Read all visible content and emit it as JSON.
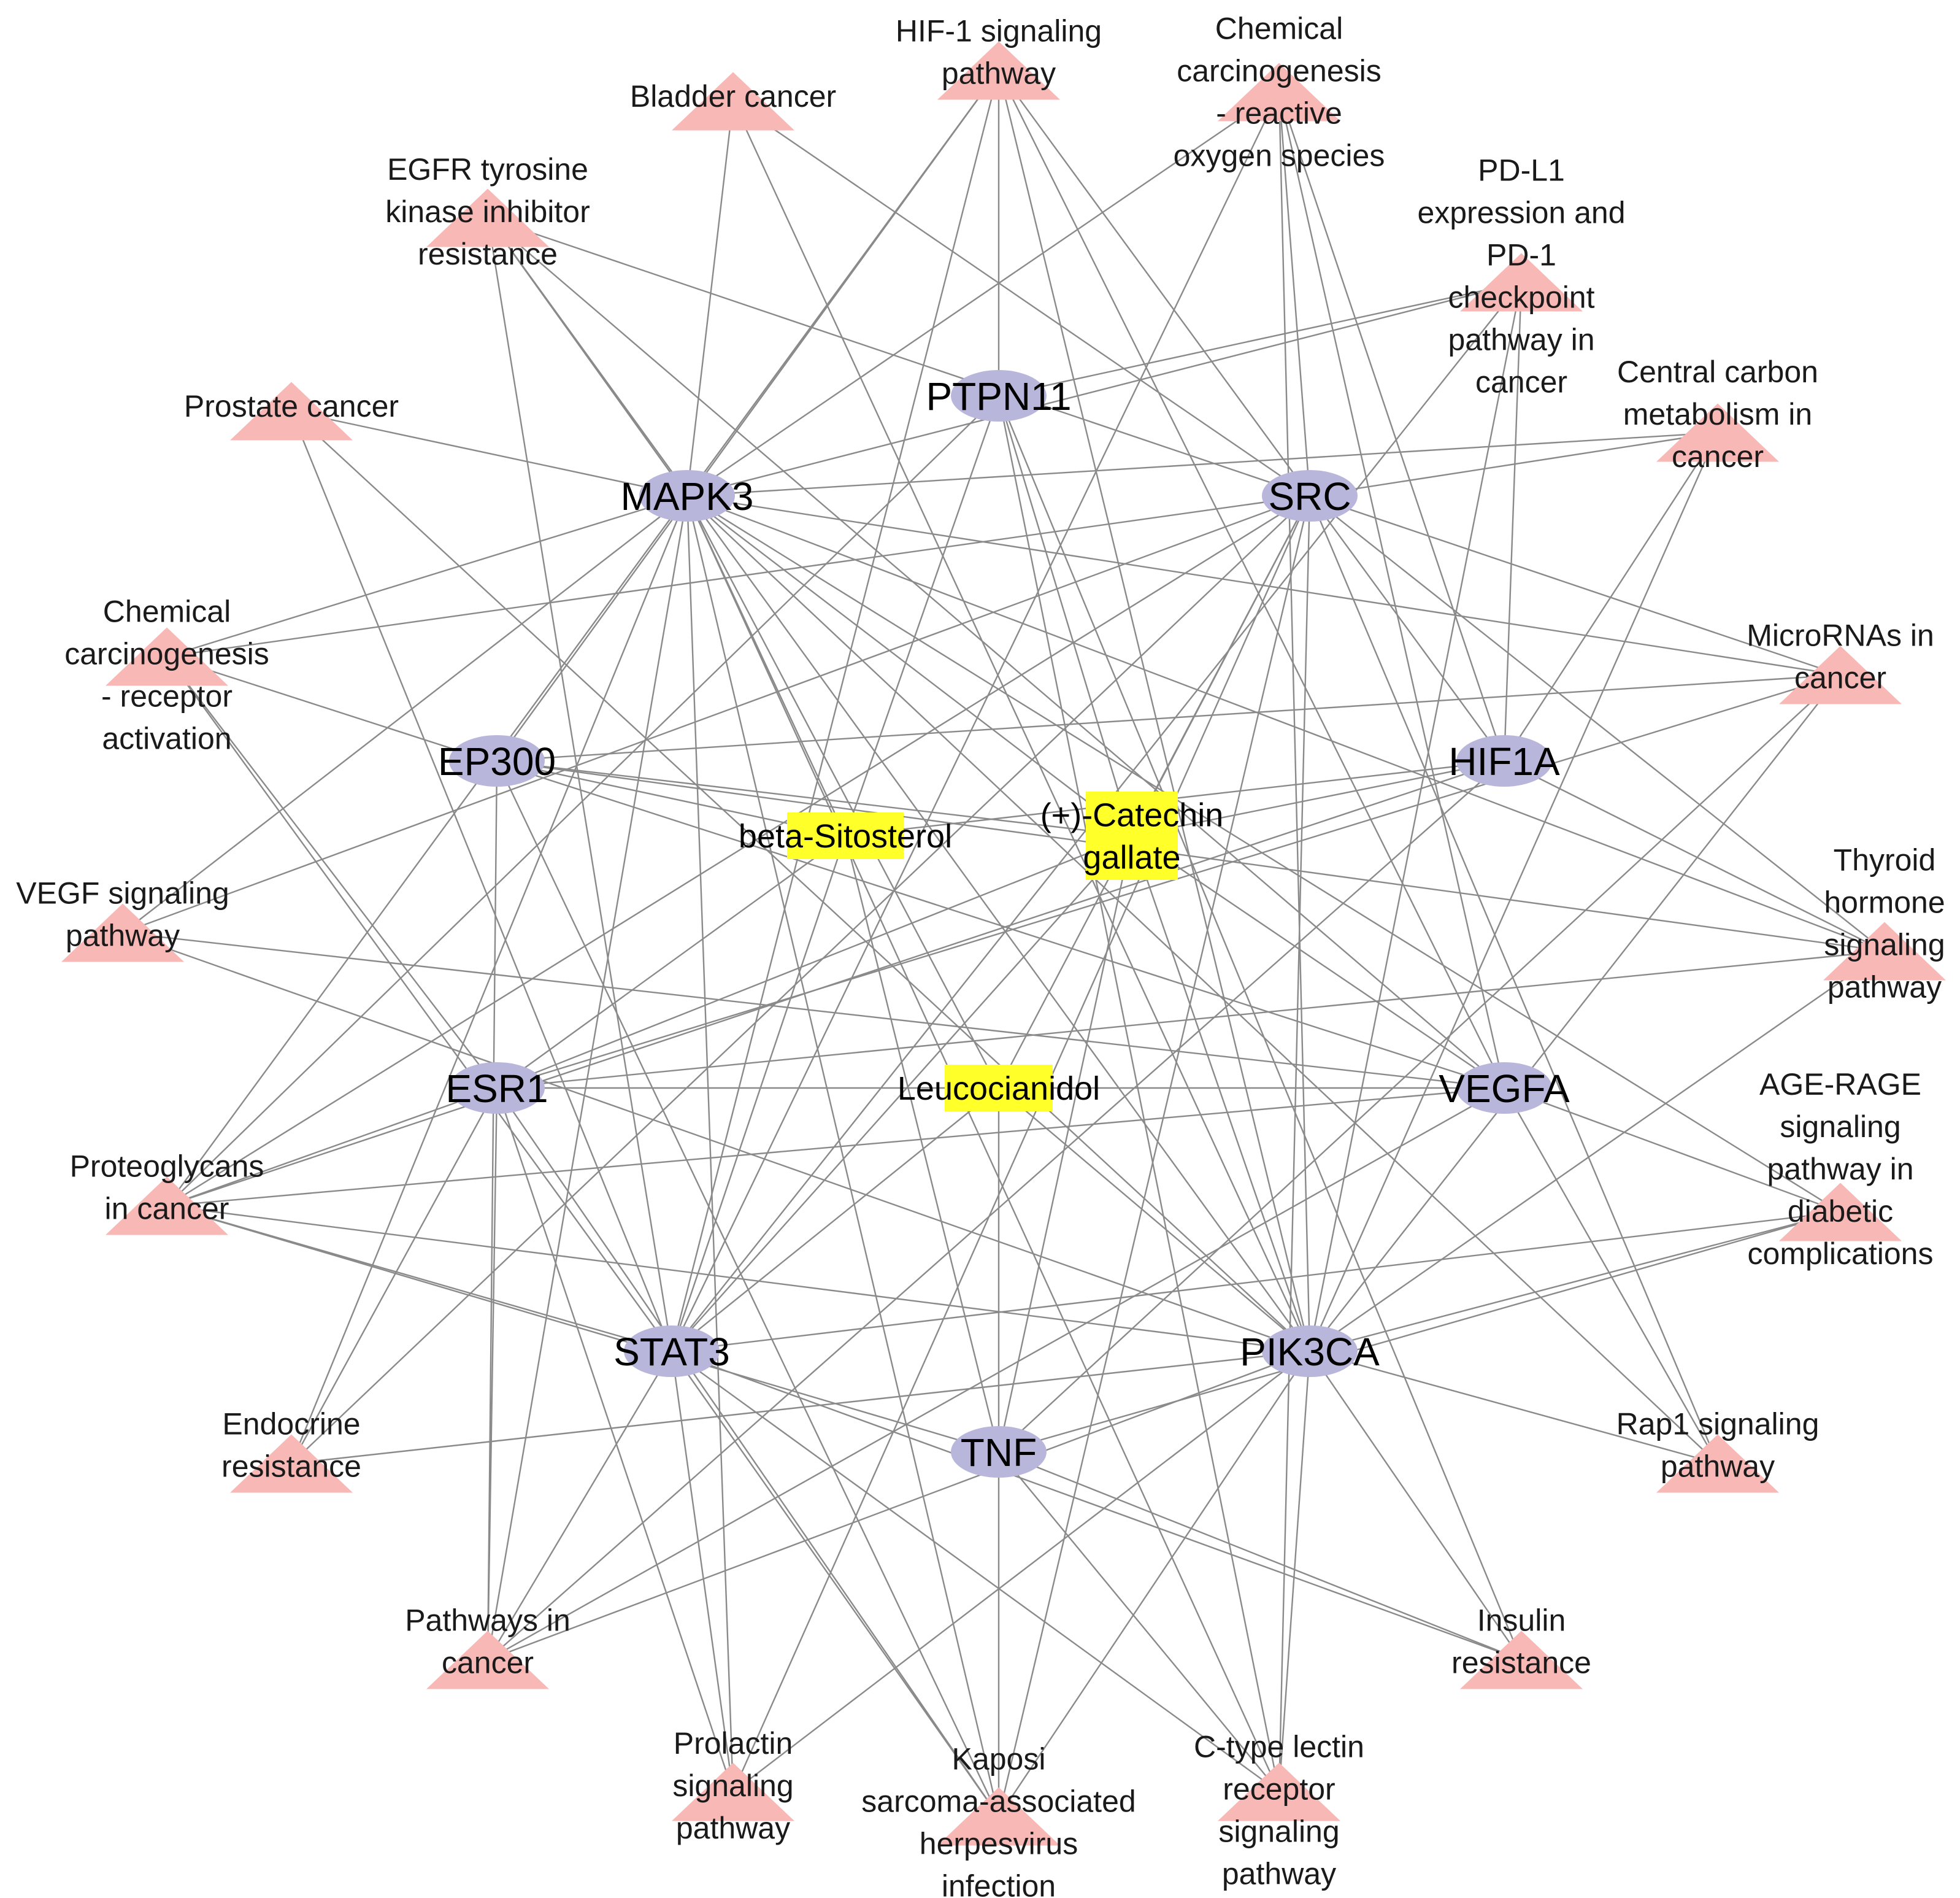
{
  "genes": [
    {
      "id": "MAPK3",
      "label": "MAPK3"
    },
    {
      "id": "PTPN11",
      "label": "PTPN11"
    },
    {
      "id": "SRC",
      "label": "SRC"
    },
    {
      "id": "EP300",
      "label": "EP300"
    },
    {
      "id": "HIF1A",
      "label": "HIF1A"
    },
    {
      "id": "ESR1",
      "label": "ESR1"
    },
    {
      "id": "VEGFA",
      "label": "VEGFA"
    },
    {
      "id": "STAT3",
      "label": "STAT3"
    },
    {
      "id": "PIK3CA",
      "label": "PIK3CA"
    },
    {
      "id": "TNF",
      "label": "TNF"
    }
  ],
  "compounds": [
    {
      "id": "betaSitosterol",
      "label": [
        "beta-Sitosterol"
      ]
    },
    {
      "id": "catechin",
      "label": [
        "(+)-Catechin",
        "gallate"
      ]
    },
    {
      "id": "leucocianidol",
      "label": [
        "Leucocianidol"
      ]
    }
  ],
  "pathways": [
    {
      "id": "hif1",
      "label": [
        "HIF-1 signaling",
        "pathway"
      ]
    },
    {
      "id": "chemROS",
      "label": [
        "Chemical",
        "carcinogenesis",
        "- reactive",
        "oxygen species"
      ]
    },
    {
      "id": "pdl1",
      "label": [
        "PD-L1",
        "expression and",
        "PD-1",
        "checkpoint",
        "pathway in",
        "cancer"
      ]
    },
    {
      "id": "central",
      "label": [
        "Central carbon",
        "metabolism in",
        "cancer"
      ]
    },
    {
      "id": "mirna",
      "label": [
        "MicroRNAs in",
        "cancer"
      ]
    },
    {
      "id": "thyroid",
      "label": [
        "Thyroid",
        "hormone",
        "signaling",
        "pathway"
      ]
    },
    {
      "id": "agerage",
      "label": [
        "AGE-RAGE",
        "signaling",
        "pathway in",
        "diabetic",
        "complications"
      ]
    },
    {
      "id": "rap1",
      "label": [
        "Rap1 signaling",
        "pathway"
      ]
    },
    {
      "id": "insulin",
      "label": [
        "Insulin",
        "resistance"
      ]
    },
    {
      "id": "ctype",
      "label": [
        "C-type lectin",
        "receptor",
        "signaling",
        "pathway"
      ]
    },
    {
      "id": "kaposi",
      "label": [
        "Kaposi",
        "sarcoma-associated",
        "herpesvirus",
        "infection"
      ]
    },
    {
      "id": "prolactin",
      "label": [
        "Prolactin",
        "signaling",
        "pathway"
      ]
    },
    {
      "id": "pathways",
      "label": [
        "Pathways in",
        "cancer"
      ]
    },
    {
      "id": "endocrine",
      "label": [
        "Endocrine",
        "resistance"
      ]
    },
    {
      "id": "proteoglycans",
      "label": [
        "Proteoglycans",
        "in cancer"
      ]
    },
    {
      "id": "vegfsig",
      "label": [
        "VEGF signaling",
        "pathway"
      ]
    },
    {
      "id": "chemRA",
      "label": [
        "Chemical",
        "carcinogenesis",
        "- receptor",
        "activation"
      ]
    },
    {
      "id": "prostate",
      "label": [
        "Prostate cancer"
      ]
    },
    {
      "id": "egfr",
      "label": [
        "EGFR tyrosine",
        "kinase inhibitor",
        "resistance"
      ]
    },
    {
      "id": "bladder",
      "label": [
        "Bladder cancer"
      ]
    }
  ],
  "edges": [
    [
      "bladder",
      "MAPK3"
    ],
    [
      "bladder",
      "SRC"
    ],
    [
      "bladder",
      "PIK3CA"
    ],
    [
      "hif1",
      "MAPK3"
    ],
    [
      "hif1",
      "PTPN11"
    ],
    [
      "hif1",
      "HIF1A"
    ],
    [
      "hif1",
      "VEGFA"
    ],
    [
      "hif1",
      "STAT3"
    ],
    [
      "hif1",
      "PIK3CA"
    ],
    [
      "hif1",
      "EP300"
    ],
    [
      "chemROS",
      "MAPK3"
    ],
    [
      "chemROS",
      "SRC"
    ],
    [
      "chemROS",
      "HIF1A"
    ],
    [
      "chemROS",
      "VEGFA"
    ],
    [
      "chemROS",
      "PIK3CA"
    ],
    [
      "chemROS",
      "STAT3"
    ],
    [
      "egfr",
      "MAPK3"
    ],
    [
      "egfr",
      "SRC"
    ],
    [
      "egfr",
      "STAT3"
    ],
    [
      "egfr",
      "PIK3CA"
    ],
    [
      "egfr",
      "VEGFA"
    ],
    [
      "pdl1",
      "PTPN11"
    ],
    [
      "pdl1",
      "MAPK3"
    ],
    [
      "pdl1",
      "HIF1A"
    ],
    [
      "pdl1",
      "STAT3"
    ],
    [
      "pdl1",
      "PIK3CA"
    ],
    [
      "prostate",
      "MAPK3"
    ],
    [
      "prostate",
      "PIK3CA"
    ],
    [
      "prostate",
      "STAT3"
    ],
    [
      "central",
      "MAPK3"
    ],
    [
      "central",
      "SRC"
    ],
    [
      "central",
      "HIF1A"
    ],
    [
      "central",
      "PIK3CA"
    ],
    [
      "chemRA",
      "MAPK3"
    ],
    [
      "chemRA",
      "SRC"
    ],
    [
      "chemRA",
      "ESR1"
    ],
    [
      "chemRA",
      "VEGFA"
    ],
    [
      "chemRA",
      "STAT3"
    ],
    [
      "mirna",
      "MAPK3"
    ],
    [
      "mirna",
      "SRC"
    ],
    [
      "mirna",
      "ESR1"
    ],
    [
      "mirna",
      "PIK3CA"
    ],
    [
      "mirna",
      "EP300"
    ],
    [
      "mirna",
      "TNF"
    ],
    [
      "vegfsig",
      "MAPK3"
    ],
    [
      "vegfsig",
      "SRC"
    ],
    [
      "vegfsig",
      "VEGFA"
    ],
    [
      "vegfsig",
      "PIK3CA"
    ],
    [
      "thyroid",
      "MAPK3"
    ],
    [
      "thyroid",
      "SRC"
    ],
    [
      "thyroid",
      "HIF1A"
    ],
    [
      "thyroid",
      "EP300"
    ],
    [
      "thyroid",
      "ESR1"
    ],
    [
      "thyroid",
      "PIK3CA"
    ],
    [
      "proteoglycans",
      "MAPK3"
    ],
    [
      "proteoglycans",
      "SRC"
    ],
    [
      "proteoglycans",
      "PTPN11"
    ],
    [
      "proteoglycans",
      "ESR1"
    ],
    [
      "proteoglycans",
      "VEGFA"
    ],
    [
      "proteoglycans",
      "STAT3"
    ],
    [
      "proteoglycans",
      "PIK3CA"
    ],
    [
      "proteoglycans",
      "TNF"
    ],
    [
      "proteoglycans",
      "HIF1A"
    ],
    [
      "agerage",
      "MAPK3"
    ],
    [
      "agerage",
      "STAT3"
    ],
    [
      "agerage",
      "PIK3CA"
    ],
    [
      "agerage",
      "VEGFA"
    ],
    [
      "agerage",
      "TNF"
    ],
    [
      "endocrine",
      "MAPK3"
    ],
    [
      "endocrine",
      "ESR1"
    ],
    [
      "endocrine",
      "SRC"
    ],
    [
      "endocrine",
      "PIK3CA"
    ],
    [
      "rap1",
      "MAPK3"
    ],
    [
      "rap1",
      "SRC"
    ],
    [
      "rap1",
      "VEGFA"
    ],
    [
      "rap1",
      "PIK3CA"
    ],
    [
      "pathways",
      "MAPK3"
    ],
    [
      "pathways",
      "HIF1A"
    ],
    [
      "pathways",
      "ESR1"
    ],
    [
      "pathways",
      "VEGFA"
    ],
    [
      "pathways",
      "STAT3"
    ],
    [
      "pathways",
      "PIK3CA"
    ],
    [
      "pathways",
      "EP300"
    ],
    [
      "insulin",
      "PTPN11"
    ],
    [
      "insulin",
      "PIK3CA"
    ],
    [
      "insulin",
      "TNF"
    ],
    [
      "insulin",
      "STAT3"
    ],
    [
      "prolactin",
      "MAPK3"
    ],
    [
      "prolactin",
      "SRC"
    ],
    [
      "prolactin",
      "ESR1"
    ],
    [
      "prolactin",
      "STAT3"
    ],
    [
      "prolactin",
      "PIK3CA"
    ],
    [
      "ctype",
      "MAPK3"
    ],
    [
      "ctype",
      "SRC"
    ],
    [
      "ctype",
      "PTPN11"
    ],
    [
      "ctype",
      "STAT3"
    ],
    [
      "ctype",
      "TNF"
    ],
    [
      "ctype",
      "PIK3CA"
    ],
    [
      "kaposi",
      "MAPK3"
    ],
    [
      "kaposi",
      "SRC"
    ],
    [
      "kaposi",
      "STAT3"
    ],
    [
      "kaposi",
      "PIK3CA"
    ],
    [
      "kaposi",
      "TNF"
    ],
    [
      "kaposi",
      "ESR1"
    ],
    [
      "kaposi",
      "EP300"
    ],
    [
      "betaSitosterol",
      "MAPK3"
    ],
    [
      "betaSitosterol",
      "EP300"
    ],
    [
      "betaSitosterol",
      "HIF1A"
    ],
    [
      "betaSitosterol",
      "STAT3"
    ],
    [
      "betaSitosterol",
      "TNF"
    ],
    [
      "betaSitosterol",
      "ESR1"
    ],
    [
      "betaSitosterol",
      "PTPN11"
    ],
    [
      "catechin",
      "MAPK3"
    ],
    [
      "catechin",
      "EP300"
    ],
    [
      "catechin",
      "SRC"
    ],
    [
      "catechin",
      "HIF1A"
    ],
    [
      "catechin",
      "VEGFA"
    ],
    [
      "catechin",
      "ESR1"
    ],
    [
      "catechin",
      "STAT3"
    ],
    [
      "catechin",
      "PTPN11"
    ],
    [
      "catechin",
      "TNF"
    ],
    [
      "catechin",
      "PIK3CA"
    ],
    [
      "leucocianidol",
      "ESR1"
    ],
    [
      "leucocianidol",
      "VEGFA"
    ],
    [
      "leucocianidol",
      "MAPK3"
    ],
    [
      "leucocianidol",
      "SRC"
    ],
    [
      "leucocianidol",
      "PIK3CA"
    ],
    [
      "leucocianidol",
      "TNF"
    ],
    [
      "leucocianidol",
      "STAT3"
    ]
  ]
}
